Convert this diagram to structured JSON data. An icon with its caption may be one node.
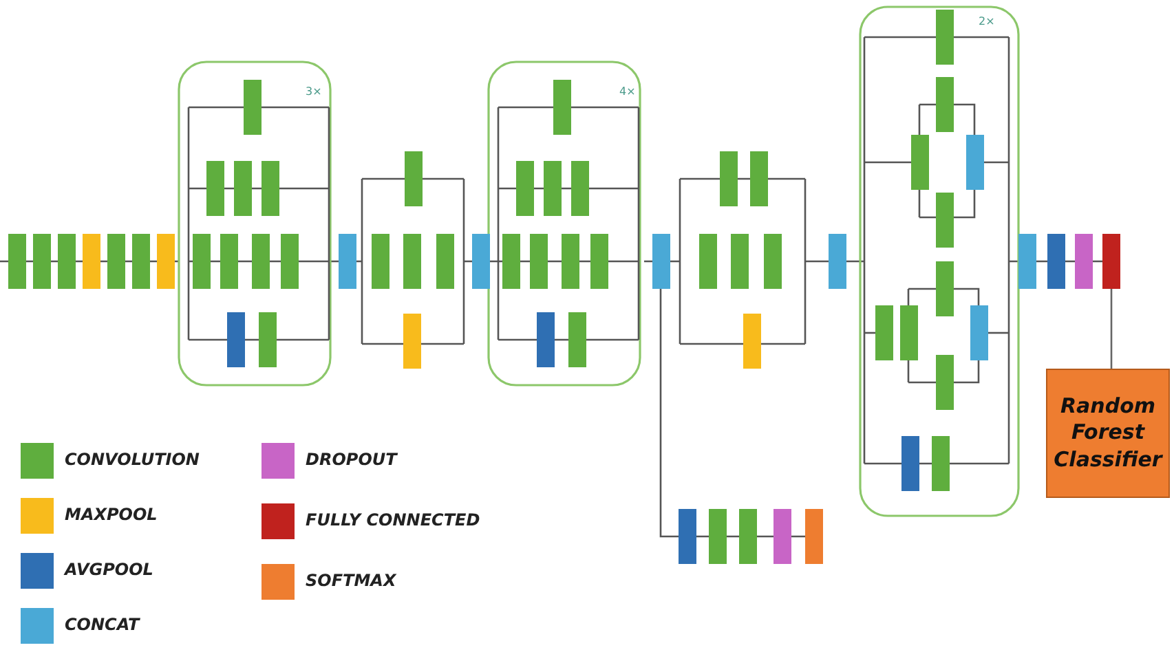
{
  "diagram": {
    "nodes": [
      {
        "text": [],
        "shape": "bar"
      },
      {
        "text": [
          "Random Forest Classifier"
        ]
      }
    ],
    "edges": [
      {
        "from": 0,
        "to": 1,
        "arrow": "none"
      }
    ],
    "labels": [
      "3×",
      "4×",
      "2×"
    ],
    "legend": [
      {
        "text": "CONVOLUTION",
        "color": "#5fae3e"
      },
      {
        "text": "MAXPOOL",
        "color": "#f8bb1c"
      },
      {
        "text": "AVGPOOL",
        "color": "#2f6fb3"
      },
      {
        "text": "CONCAT",
        "color": "#4aa9d6"
      },
      {
        "text": "DROPOUT",
        "color": "#c865c6"
      },
      {
        "text": "FULLY CONNECTED",
        "color": "#c0221e"
      },
      {
        "text": "SOFTMAX",
        "color": "#ee7d30"
      }
    ]
  }
}
